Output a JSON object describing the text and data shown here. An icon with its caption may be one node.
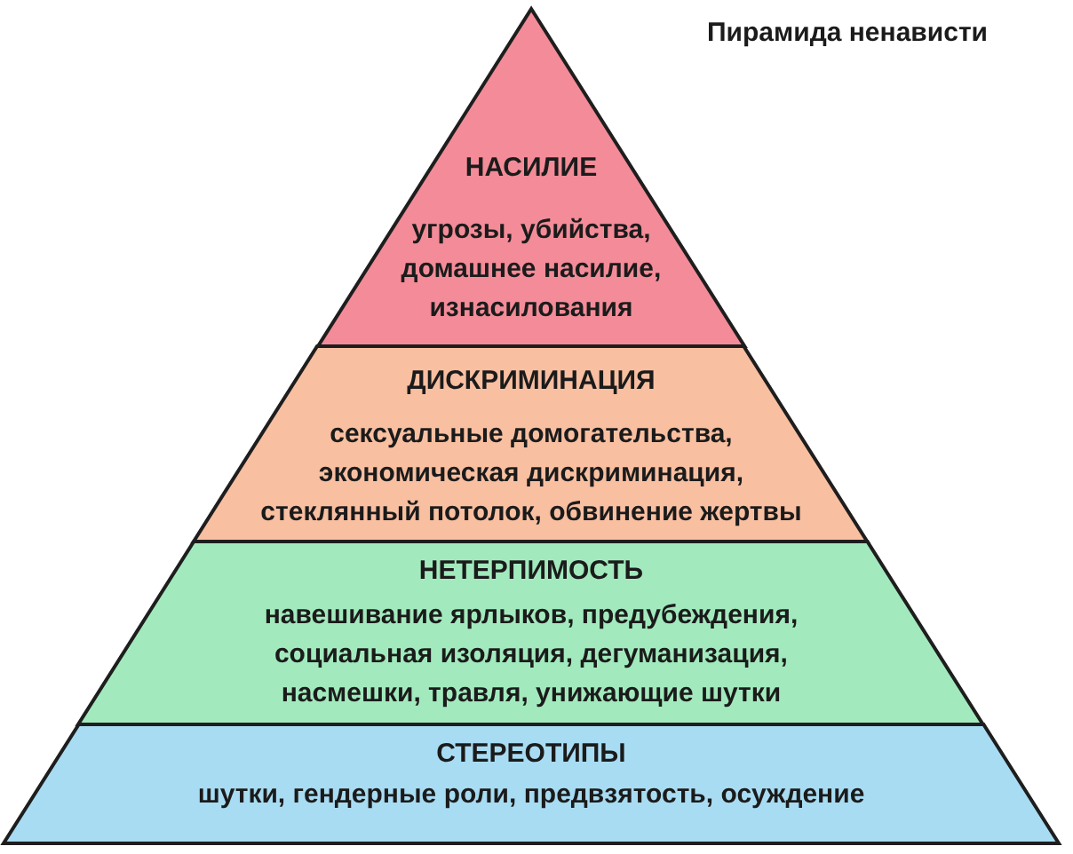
{
  "diagram": {
    "title": "Пирамида ненависти",
    "nodes": [
      {
        "text": [
          "НАСИЛИЕ",
          "угрозы, убийства, домашнее насилие, изнасилования"
        ]
      },
      {
        "text": [
          "ДИСКРИМИНАЦИЯ",
          "сексуальные домогательства, экономическая дискриминация, стеклянный потолок, обвинение жертвы"
        ]
      },
      {
        "text": [
          "НЕТЕРПИМОСТЬ",
          "навешивание ярлыков, предубеждения, социальная изоляция, дегуманизация, насмешки, травля, унижающие шутки"
        ]
      },
      {
        "text": [
          "СТЕРЕОТИПЫ",
          "шутки, гендерные роли, предвзятость, осуждение"
        ]
      }
    ]
  }
}
